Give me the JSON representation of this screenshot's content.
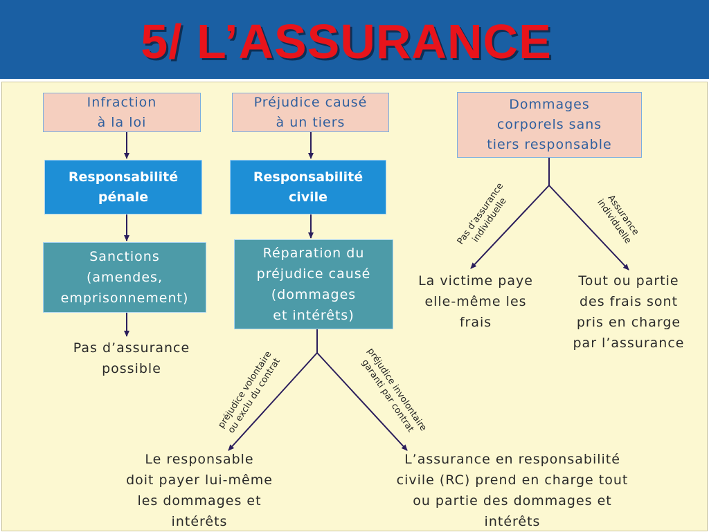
{
  "title": "5/ L’ASSURANCE",
  "left": {
    "box1": "Infraction\nà la loi",
    "box2": "Responsabilité\npénale",
    "box3": "Sanctions\n(amendes,\nemprisonnement)",
    "result": "Pas d’assurance\npossible"
  },
  "middle": {
    "box1": "Préjudice causé\nà un tiers",
    "box2": "Responsabilité\ncivile",
    "box3": "Réparation du\npréjudice causé\n(dommages\net intérêts)",
    "branch_left_label": "préjudice volontaire\nou exclu du contrat",
    "branch_right_label": "préjudice involontaire\ngaranti par contrat",
    "result_left": "Le responsable\ndoit payer lui-même\nles dommages et\nintérêts",
    "result_right": "L’assurance en responsabilité\ncivile (RC) prend en charge tout\nou partie des dommages et\nintérêts"
  },
  "right": {
    "box1": "Dommages\ncorporels sans\ntiers responsable",
    "branch_left_label": "Pas d’assurance\nindividuelle",
    "branch_right_label": "Assurance\nindividuelle",
    "result_left": "La victime paye\nelle-même les\nfrais",
    "result_right": "Tout ou partie\ndes frais sont\npris en charge\npar l’assurance"
  },
  "colors": {
    "header": "#1a5fa3",
    "title": "#e8141b",
    "panel": "#fcf8d1",
    "pink_box": "#f5cfbf",
    "blue_box": "#1e8fd6",
    "teal_box": "#4d9ba8",
    "line": "#2b1e5c"
  }
}
